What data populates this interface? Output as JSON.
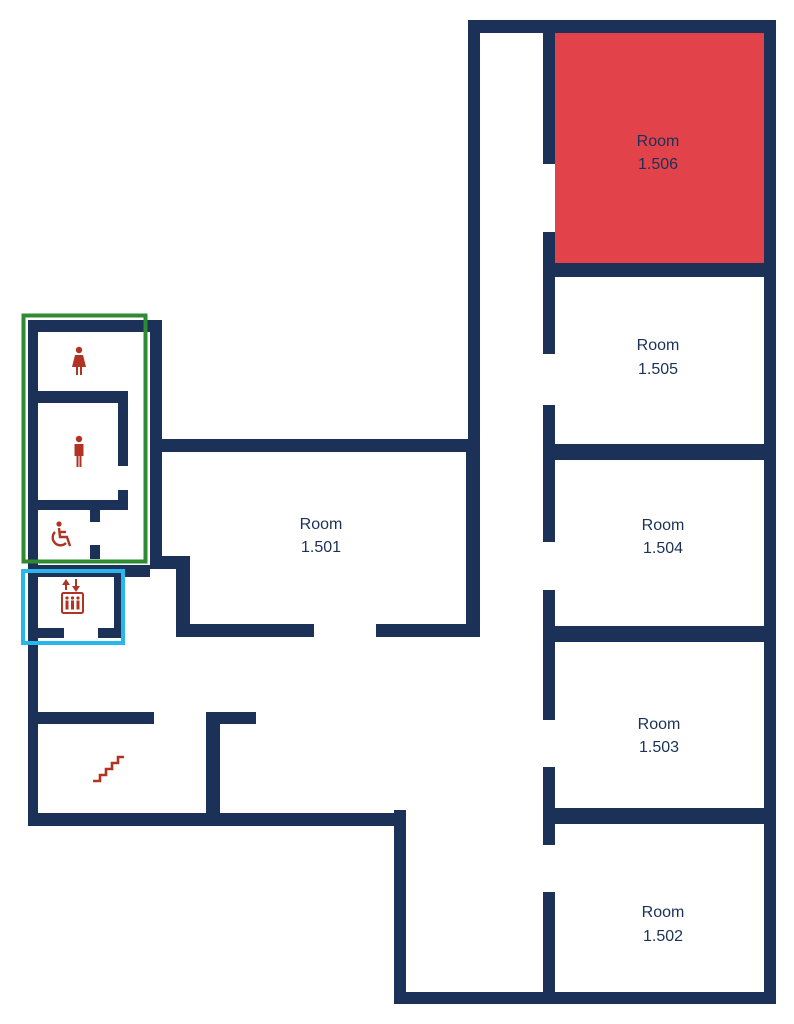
{
  "colors": {
    "wall": "#1b3157",
    "highlight_room": "#e2434b",
    "icon": "#b03323",
    "restroom_group_outline": "#2e8b32",
    "elevator_outline": "#29b6ea",
    "background": "#ffffff"
  },
  "rooms": [
    {
      "id": "1.506",
      "label": "Room",
      "number": "1.506",
      "highlighted": true
    },
    {
      "id": "1.505",
      "label": "Room",
      "number": "1.505",
      "highlighted": false
    },
    {
      "id": "1.504",
      "label": "Room",
      "number": "1.504",
      "highlighted": false
    },
    {
      "id": "1.503",
      "label": "Room",
      "number": "1.503",
      "highlighted": false
    },
    {
      "id": "1.502",
      "label": "Room",
      "number": "1.502",
      "highlighted": false
    },
    {
      "id": "1.501",
      "label": "Room",
      "number": "1.501",
      "highlighted": false
    }
  ],
  "icons": [
    {
      "kind": "female-restroom",
      "icon_name": "female-restroom-icon"
    },
    {
      "kind": "male-restroom",
      "icon_name": "male-restroom-icon"
    },
    {
      "kind": "accessible-restroom",
      "icon_name": "wheelchair-icon"
    },
    {
      "kind": "elevator",
      "icon_name": "elevator-icon"
    },
    {
      "kind": "stairs",
      "icon_name": "stairs-icon"
    }
  ]
}
